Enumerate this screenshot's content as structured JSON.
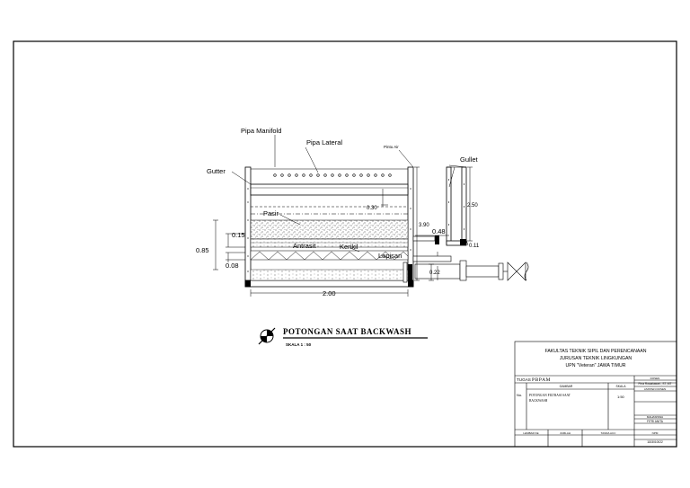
{
  "drawing": {
    "labels": {
      "pipa_manifold": "Pipa Manifold",
      "pipa_lateral": "Pipa Lateral",
      "pintu_air": "Pintu Air",
      "gullet": "Gullet",
      "gutter": "Gutter",
      "pasir": "Pasir",
      "antrasit": "Antrasit",
      "kerikil": "Kerikil",
      "lapisan": "Lapisan"
    },
    "dimensions": {
      "d030": "0.30",
      "d390": "3.90",
      "d250": "2.50",
      "d048": "0.48",
      "d011": "0.11",
      "d015": "0.15",
      "d085": "0.85",
      "d008": "0.08",
      "d022": "0.22",
      "d200": "2.00"
    },
    "title": "POTONGAN SAAT BACKWASH",
    "scale": "SKALA 1 : 50"
  },
  "title_block": {
    "institution_line1": "FAKULTAS TEKNIK SIPIL DAN PERENCANAAN",
    "institution_line2": "JURUSAN TEKNIK LINGKUNGAN",
    "institution_line3": "UPN \"Veteran\" JAWA TIMUR",
    "tugas_label": "TUGAS :",
    "tugas_value": "PBPAM",
    "gambar_header": "GAMBAR",
    "skala_header": "SKALA",
    "no_label": "No.",
    "gambar_value_line1": "POTONGAN FILTRASI SAAT",
    "gambar_value_line2": "BACKWASH",
    "skala_value": "1:50",
    "lembar_label": "LEMBAR KE",
    "jumlah_label": "JUMLAH",
    "tanda_label": "TANDA ACC",
    "dosen_label": "DOSEN",
    "dosen_value": "Firra Rosariawari., ST.,MT",
    "asisten_label": "ASISTEN DOSEN",
    "mahasiswa_label": "MAHASISWA",
    "mahasiswa_value": "FITRI ANITA",
    "npm_label": "NPM",
    "npm_value": "1153010022"
  }
}
